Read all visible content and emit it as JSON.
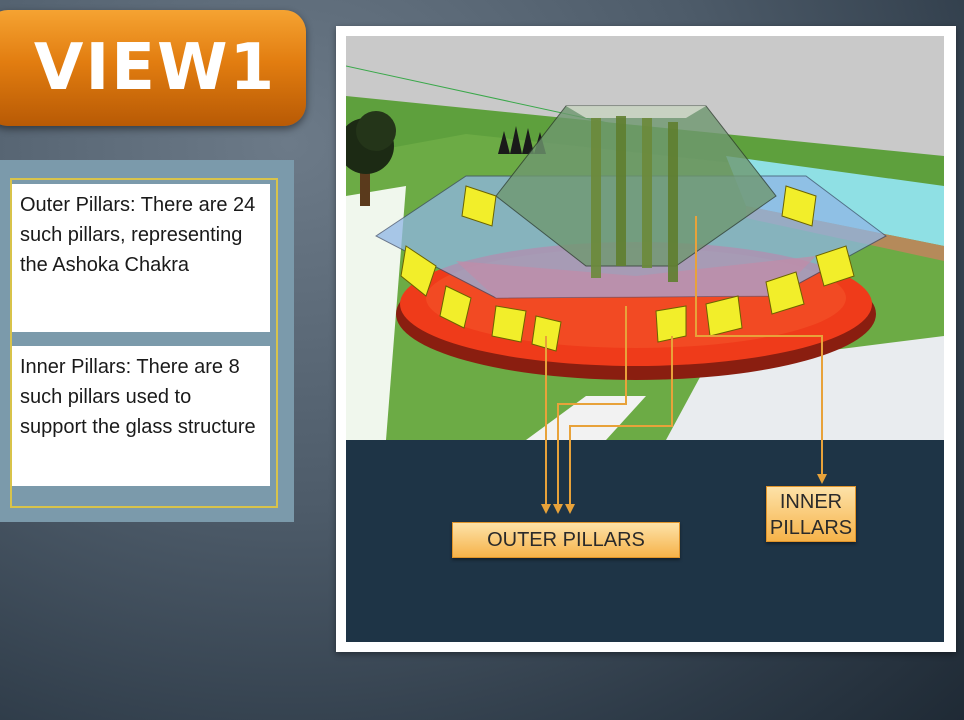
{
  "title": "VIEW1",
  "notes": [
    {
      "text": "Outer Pillars: There are 24 such pillars, representing the Ashoka Chakra"
    },
    {
      "text": "Inner Pillars: There are 8 such pillars used to support the glass structure"
    }
  ],
  "callouts": {
    "outer": "OUTER PILLARS",
    "inner": "INNER PILLARS"
  },
  "colors": {
    "title_orange": "#e27d10",
    "panel_blue": "#7b9aab",
    "panel_border": "#d8c34a",
    "image_background": "#1e3446",
    "callout_fill": "#f6b34a",
    "leader_line": "#e8a23a"
  }
}
